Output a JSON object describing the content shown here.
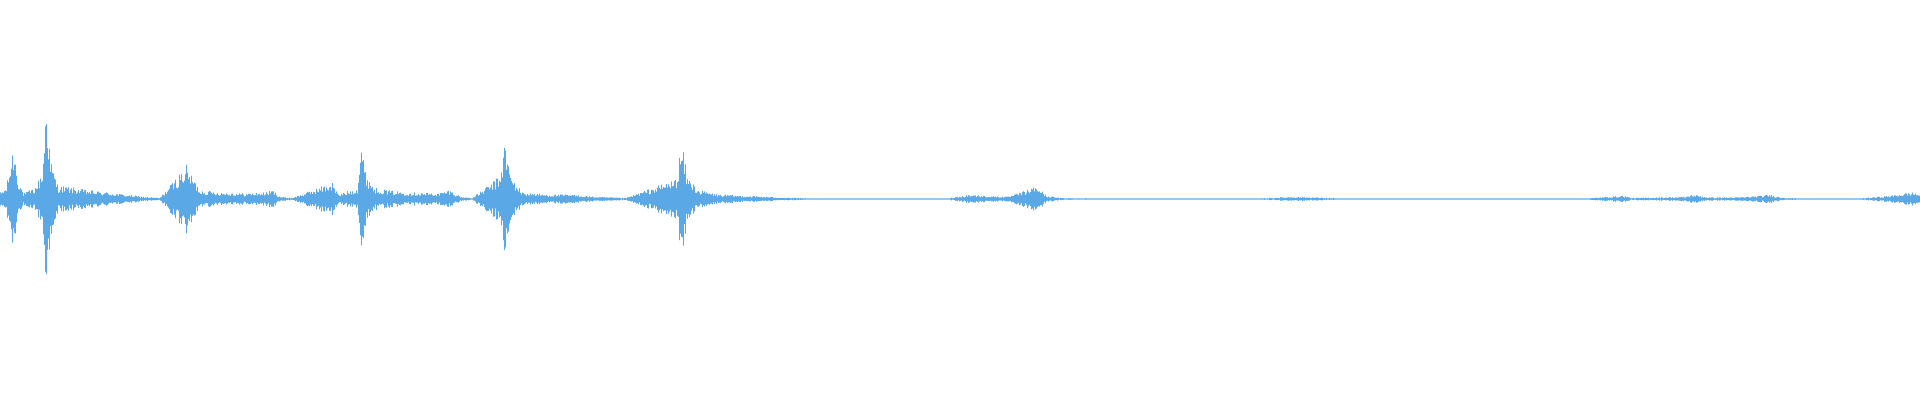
{
  "waveform": {
    "color": "#5aa9e6",
    "baseline_color": "#5aa9e6",
    "peaks": [
      [
        0.0,
        0.06
      ],
      [
        0.003,
        0.1
      ],
      [
        0.007,
        0.5
      ],
      [
        0.009,
        0.2
      ],
      [
        0.012,
        0.05
      ],
      [
        0.018,
        0.1
      ],
      [
        0.022,
        0.25
      ],
      [
        0.024,
        1.0
      ],
      [
        0.026,
        0.35
      ],
      [
        0.03,
        0.12
      ],
      [
        0.038,
        0.1
      ],
      [
        0.045,
        0.08
      ],
      [
        0.055,
        0.06
      ],
      [
        0.065,
        0.04
      ],
      [
        0.075,
        0.02
      ],
      [
        0.083,
        0.01
      ],
      [
        0.097,
        0.3
      ],
      [
        0.1,
        0.2
      ],
      [
        0.104,
        0.08
      ],
      [
        0.115,
        0.06
      ],
      [
        0.128,
        0.05
      ],
      [
        0.138,
        0.06
      ],
      [
        0.142,
        0.08
      ],
      [
        0.146,
        0.02
      ],
      [
        0.152,
        0.01
      ],
      [
        0.173,
        0.15
      ],
      [
        0.176,
        0.04
      ],
      [
        0.186,
        0.1
      ],
      [
        0.188,
        0.55
      ],
      [
        0.19,
        0.25
      ],
      [
        0.195,
        0.1
      ],
      [
        0.205,
        0.07
      ],
      [
        0.215,
        0.06
      ],
      [
        0.228,
        0.05
      ],
      [
        0.234,
        0.08
      ],
      [
        0.24,
        0.02
      ],
      [
        0.246,
        0.01
      ],
      [
        0.26,
        0.2
      ],
      [
        0.263,
        0.52
      ],
      [
        0.266,
        0.2
      ],
      [
        0.272,
        0.06
      ],
      [
        0.285,
        0.04
      ],
      [
        0.298,
        0.04
      ],
      [
        0.31,
        0.02
      ],
      [
        0.326,
        0.01
      ],
      [
        0.352,
        0.18
      ],
      [
        0.355,
        0.5
      ],
      [
        0.358,
        0.2
      ],
      [
        0.364,
        0.08
      ],
      [
        0.374,
        0.04
      ],
      [
        0.388,
        0.03
      ],
      [
        0.4,
        0.02
      ],
      [
        0.422,
        0.005
      ],
      [
        0.442,
        0.005
      ],
      [
        0.455,
        0.005
      ],
      [
        0.47,
        0.005
      ],
      [
        0.493,
        0.005
      ],
      [
        0.505,
        0.04
      ],
      [
        0.512,
        0.03
      ],
      [
        0.525,
        0.02
      ],
      [
        0.535,
        0.08
      ],
      [
        0.54,
        0.12
      ],
      [
        0.545,
        0.03
      ],
      [
        0.552,
        0.01
      ],
      [
        0.575,
        0.005
      ],
      [
        0.6,
        0.005
      ],
      [
        0.625,
        0.005
      ],
      [
        0.655,
        0.005
      ],
      [
        0.673,
        0.02
      ],
      [
        0.685,
        0.015
      ],
      [
        0.7,
        0.005
      ],
      [
        0.74,
        0.005
      ],
      [
        0.78,
        0.005
      ],
      [
        0.82,
        0.005
      ],
      [
        0.825,
        0.005
      ],
      [
        0.846,
        0.03
      ],
      [
        0.85,
        0.01
      ],
      [
        0.878,
        0.02
      ],
      [
        0.882,
        0.04
      ],
      [
        0.89,
        0.015
      ],
      [
        0.905,
        0.015
      ],
      [
        0.918,
        0.03
      ],
      [
        0.922,
        0.04
      ],
      [
        0.928,
        0.015
      ],
      [
        0.938,
        0.005
      ],
      [
        0.95,
        0.005
      ],
      [
        0.968,
        0.005
      ],
      [
        0.985,
        0.03
      ],
      [
        0.992,
        0.05
      ],
      [
        0.997,
        0.06
      ],
      [
        1.0,
        0.04
      ]
    ]
  }
}
